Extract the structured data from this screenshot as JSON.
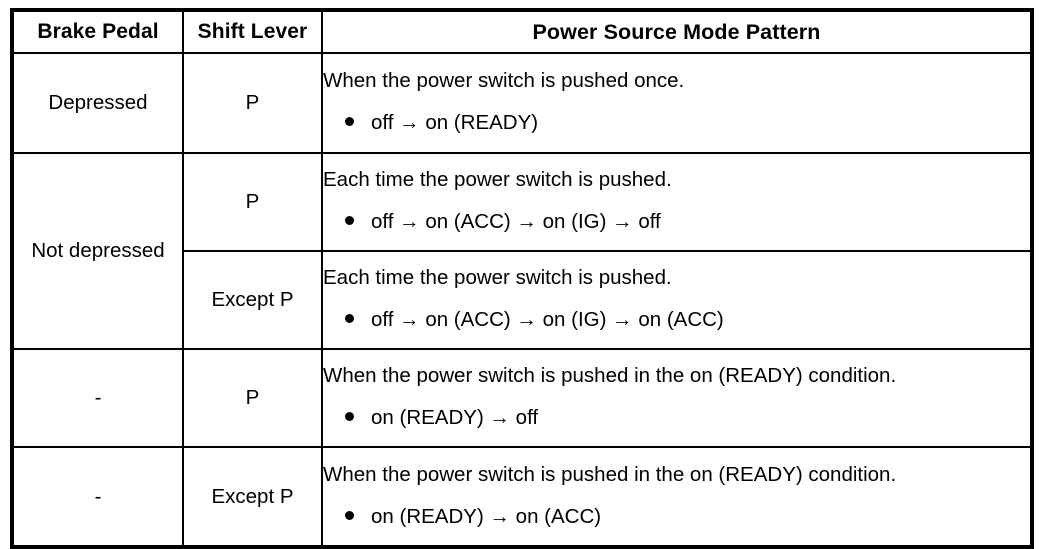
{
  "table": {
    "columns": [
      {
        "id": "brake_pedal",
        "label": "Brake Pedal"
      },
      {
        "id": "shift_lever",
        "label": "Shift Lever"
      },
      {
        "id": "power_source_mode_pattern",
        "label": "Power Source Mode Pattern"
      }
    ],
    "bullet_icon": "filled-circle-bullet",
    "arrow_glyph": "→",
    "border_color": "#000000",
    "background_color": "#ffffff",
    "rows": [
      {
        "brake_pedal": "Depressed",
        "shift_lever": "P",
        "pattern_heading": "When the power switch is pushed once.",
        "pattern_bullet": "off → on (READY)"
      },
      {
        "brake_pedal": "Not depressed",
        "shift_lever": "P",
        "pattern_heading": "Each time the power switch is pushed.",
        "pattern_bullet": "off → on (ACC) → on (IG) → off"
      },
      {
        "brake_pedal": "",
        "shift_lever": "Except P",
        "pattern_heading": "Each time the power switch is pushed.",
        "pattern_bullet": "off → on (ACC) → on (IG) → on (ACC)"
      },
      {
        "brake_pedal": "-",
        "shift_lever": "P",
        "pattern_heading": "When the power switch is pushed in the on (READY) condition.",
        "pattern_bullet": "on (READY) → off"
      },
      {
        "brake_pedal": "-",
        "shift_lever": "Except P",
        "pattern_heading": "When the power switch is pushed in the on (READY) condition.",
        "pattern_bullet": "on (READY) → on (ACC)"
      }
    ]
  }
}
